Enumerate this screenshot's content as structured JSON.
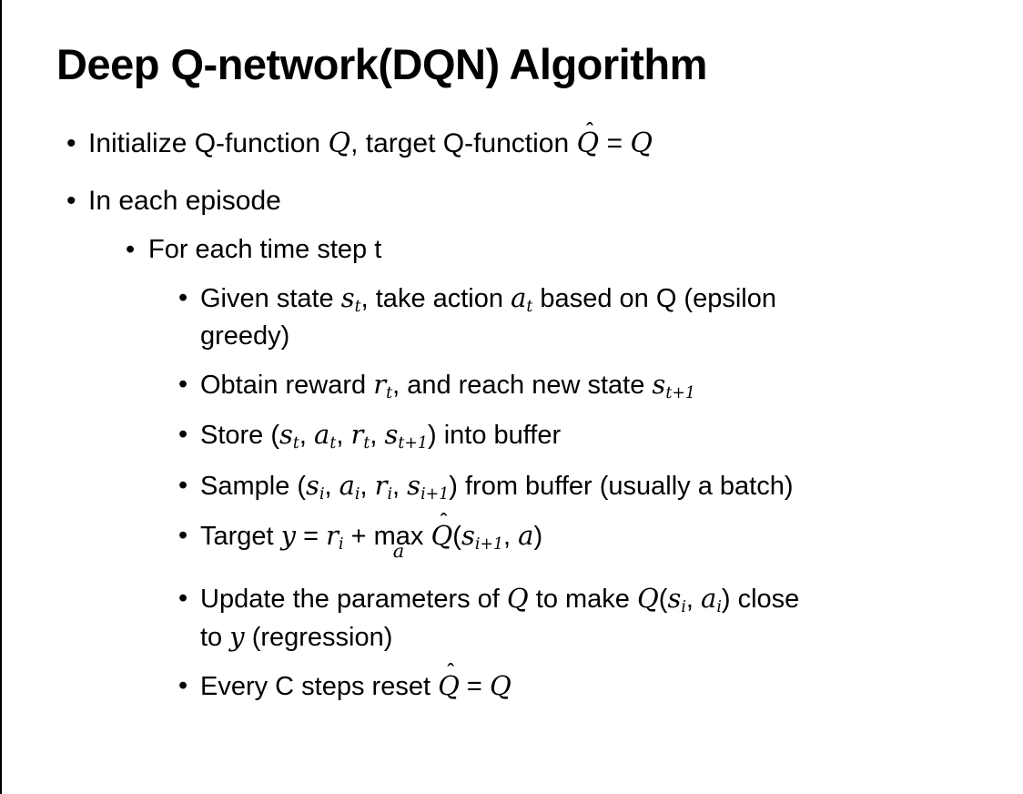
{
  "title": "Deep Q-network(DQN) Algorithm",
  "colors": {
    "text": "#000000",
    "background": "#ffffff",
    "left_border": "#000000"
  },
  "bullet_glyph": "•",
  "bullets": [
    {
      "indent": 0,
      "segments": [
        {
          "k": "p",
          "x": "Initialize Q-function "
        },
        {
          "k": "m",
          "x": "Q"
        },
        {
          "k": "p",
          "x": ", target Q-function "
        },
        {
          "k": "h",
          "x": "Q"
        },
        {
          "k": "p",
          "x": " = "
        },
        {
          "k": "m",
          "x": "Q"
        }
      ]
    },
    {
      "indent": 0,
      "segments": [
        {
          "k": "p",
          "x": "In each episode"
        }
      ]
    },
    {
      "indent": 1,
      "segments": [
        {
          "k": "p",
          "x": "For each time step t"
        }
      ]
    },
    {
      "indent": 2,
      "segments": [
        {
          "k": "p",
          "x": "Given state "
        },
        {
          "k": "m",
          "x": "s"
        },
        {
          "k": "s",
          "x": "t"
        },
        {
          "k": "p",
          "x": ", take action "
        },
        {
          "k": "m",
          "x": "a"
        },
        {
          "k": "s",
          "x": "t"
        },
        {
          "k": "p",
          "x": " based on Q (epsilon"
        },
        {
          "k": "br"
        },
        {
          "k": "p",
          "x": "greedy)"
        }
      ]
    },
    {
      "indent": 2,
      "segments": [
        {
          "k": "p",
          "x": "Obtain reward "
        },
        {
          "k": "m",
          "x": "r"
        },
        {
          "k": "s",
          "x": "t"
        },
        {
          "k": "p",
          "x": ", and reach new state "
        },
        {
          "k": "m",
          "x": "s"
        },
        {
          "k": "s",
          "x": "t+1"
        }
      ]
    },
    {
      "indent": 2,
      "segments": [
        {
          "k": "p",
          "x": "Store ("
        },
        {
          "k": "m",
          "x": "s"
        },
        {
          "k": "s",
          "x": "t"
        },
        {
          "k": "p",
          "x": ", "
        },
        {
          "k": "m",
          "x": "a"
        },
        {
          "k": "s",
          "x": "t"
        },
        {
          "k": "p",
          "x": ", "
        },
        {
          "k": "m",
          "x": "r"
        },
        {
          "k": "s",
          "x": "t"
        },
        {
          "k": "p",
          "x": ", "
        },
        {
          "k": "m",
          "x": "s"
        },
        {
          "k": "s",
          "x": "t+1"
        },
        {
          "k": "p",
          "x": ") into buffer"
        }
      ]
    },
    {
      "indent": 2,
      "segments": [
        {
          "k": "p",
          "x": "Sample ("
        },
        {
          "k": "m",
          "x": "s"
        },
        {
          "k": "s",
          "x": "i"
        },
        {
          "k": "p",
          "x": ", "
        },
        {
          "k": "m",
          "x": "a"
        },
        {
          "k": "s",
          "x": "i"
        },
        {
          "k": "p",
          "x": ", "
        },
        {
          "k": "m",
          "x": "r"
        },
        {
          "k": "s",
          "x": "i"
        },
        {
          "k": "p",
          "x": ", "
        },
        {
          "k": "m",
          "x": "s"
        },
        {
          "k": "s",
          "x": "i+1"
        },
        {
          "k": "p",
          "x": ") from buffer (usually a batch)"
        }
      ]
    },
    {
      "indent": 2,
      "segments": [
        {
          "k": "p",
          "x": "Target "
        },
        {
          "k": "m",
          "x": "y"
        },
        {
          "k": "p",
          "x": " = "
        },
        {
          "k": "m",
          "x": "r"
        },
        {
          "k": "s",
          "x": "i"
        },
        {
          "k": "p",
          "x": " + "
        },
        {
          "k": "l",
          "x": "max",
          "u": "a"
        },
        {
          "k": "p",
          "x": " "
        },
        {
          "k": "h",
          "x": "Q"
        },
        {
          "k": "p",
          "x": "("
        },
        {
          "k": "m",
          "x": "s"
        },
        {
          "k": "s",
          "x": "i+1"
        },
        {
          "k": "p",
          "x": ", "
        },
        {
          "k": "m",
          "x": "a"
        },
        {
          "k": "p",
          "x": ")"
        }
      ]
    },
    {
      "indent": 2,
      "segments": [
        {
          "k": "p",
          "x": "Update the parameters of "
        },
        {
          "k": "m",
          "x": "Q"
        },
        {
          "k": "p",
          "x": " to make "
        },
        {
          "k": "m",
          "x": "Q"
        },
        {
          "k": "p",
          "x": "("
        },
        {
          "k": "m",
          "x": "s"
        },
        {
          "k": "s",
          "x": "i"
        },
        {
          "k": "p",
          "x": ", "
        },
        {
          "k": "m",
          "x": "a"
        },
        {
          "k": "s",
          "x": "i"
        },
        {
          "k": "p",
          "x": ") close"
        },
        {
          "k": "br"
        },
        {
          "k": "p",
          "x": "to "
        },
        {
          "k": "m",
          "x": "y"
        },
        {
          "k": "p",
          "x": " (regression)"
        }
      ]
    },
    {
      "indent": 2,
      "segments": [
        {
          "k": "p",
          "x": "Every C steps reset "
        },
        {
          "k": "h",
          "x": "Q"
        },
        {
          "k": "p",
          "x": " = "
        },
        {
          "k": "m",
          "x": "Q"
        }
      ]
    }
  ]
}
